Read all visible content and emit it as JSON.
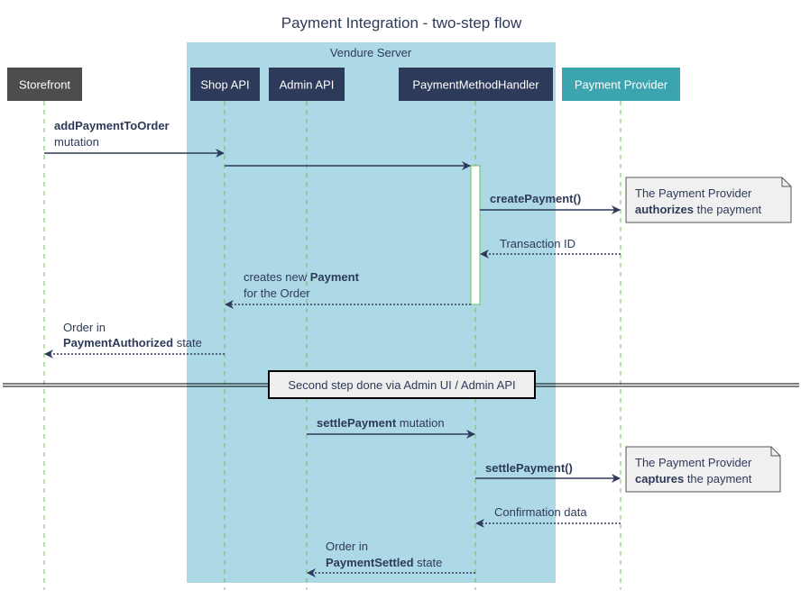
{
  "title": "Payment Integration - two-step flow",
  "group_label": "Vendure Server",
  "colors": {
    "group_bg": "#ADD8E6",
    "participant_dark": "#2E3A59",
    "participant_gray": "#4D4D4D",
    "participant_teal": "#3BA4AE",
    "arrow": "#2E3A59",
    "note_bg": "#F0F0F0",
    "lifeline": "#6BBF5A"
  },
  "participants": [
    {
      "id": "storefront",
      "label": "Storefront"
    },
    {
      "id": "shop_api",
      "label": "Shop API"
    },
    {
      "id": "admin_api",
      "label": "Admin API"
    },
    {
      "id": "handler",
      "label": "PaymentMethodHandler"
    },
    {
      "id": "provider",
      "label": "Payment Provider"
    }
  ],
  "messages": {
    "m1": {
      "bold": "addPaymentToOrder",
      "line2": "mutation"
    },
    "m3": {
      "bold": "createPayment()"
    },
    "m4": {
      "text": "Transaction ID"
    },
    "m5": {
      "pre": "creates new ",
      "bold": "Payment",
      "line2": "for the Order"
    },
    "m6": {
      "line1": "Order in",
      "bold": "PaymentAuthorized",
      "post": " state"
    },
    "m7": {
      "bold": "settlePayment",
      "post": " mutation"
    },
    "m8": {
      "bold": "settlePayment()"
    },
    "m9": {
      "text": "Confirmation data"
    },
    "m10": {
      "line1": "Order in",
      "bold": "PaymentSettled",
      "post": " state"
    }
  },
  "notes": {
    "n1": {
      "line1": "The Payment Provider",
      "bold": "authorizes",
      "post": " the payment"
    },
    "n2": {
      "line1": "The Payment Provider",
      "bold": "captures",
      "post": " the payment"
    }
  },
  "divider": "Second step done via Admin UI / Admin API"
}
